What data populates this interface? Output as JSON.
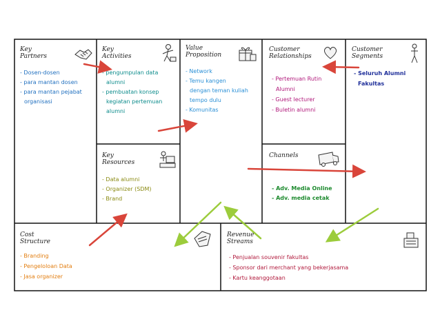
{
  "canvas": {
    "key_partners": {
      "title_line1": "Key",
      "title_line2": "Partners",
      "items": [
        "- Dosen-dosen",
        "- para mantan dosen",
        "- para mantan pejabat",
        "  organisasi"
      ],
      "color": "#1f6fbf"
    },
    "key_activities": {
      "title_line1": "Key",
      "title_line2": "Activities",
      "items": [
        "- pengumpulan data",
        "  alumni",
        "- pembuatan konsep",
        "  kegiatan pertemuan",
        "  alumni"
      ],
      "color": "#0d8c8c"
    },
    "key_resources": {
      "title_line1": "Key",
      "title_line2": "Resources",
      "items": [
        "- Data alumni",
        "- Organizer (SDM)",
        "- Brand"
      ],
      "color": "#8a8a12"
    },
    "value_proposition": {
      "title_line1": "Value",
      "title_line2": "Proposition",
      "items": [
        "- Network",
        "- Temu kangen",
        "  dengan teman kuliah",
        "  tempo dulu",
        "- Komunitas"
      ],
      "color": "#2a8fd6"
    },
    "customer_relationships": {
      "title_line1": "Customer",
      "title_line2": "Relationships",
      "items": [
        "- Pertemuan Rutin",
        "  Alumni",
        "- Guest lecturer",
        "- Buletin  alumni"
      ],
      "color": "#b0177a"
    },
    "channels": {
      "title_line1": "Channels",
      "items": [
        "- Adv. Media Online",
        "- Adv. media cetak"
      ],
      "color": "#1d8a2e"
    },
    "customer_segments": {
      "title_line1": "Customer",
      "title_line2": "Segments",
      "items": [
        "- Seluruh Alumni",
        "  Fakultas"
      ],
      "color": "#1f2f9a"
    },
    "cost_structure": {
      "title_line1": "Cost",
      "title_line2": "Structure",
      "items": [
        "- Branding",
        "- Pengeloloan Data",
        "- Jasa organizer"
      ],
      "color": "#e27d0f"
    },
    "revenue_streams": {
      "title_line1": "Revenue",
      "title_line2": "Streams",
      "items": [
        "- Penjualan souvenir fakultas",
        "- Sponsor dari merchant yang bekerjasama",
        "- Kartu keanggotaan"
      ],
      "color": "#b0173a"
    }
  },
  "icons": {
    "key_partners": "handshake-icon",
    "key_activities": "worker-icon",
    "key_resources": "computer-icon",
    "value_proposition": "gift-icon",
    "customer_relationships": "heart-icon",
    "channels": "truck-icon",
    "customer_segments": "person-icon",
    "cost_structure": "price-tag-icon",
    "revenue_streams": "cash-register-icon"
  },
  "colors": {
    "border": "#111111",
    "arrow_red": "#d9453a",
    "arrow_green": "#9ccc3c"
  }
}
